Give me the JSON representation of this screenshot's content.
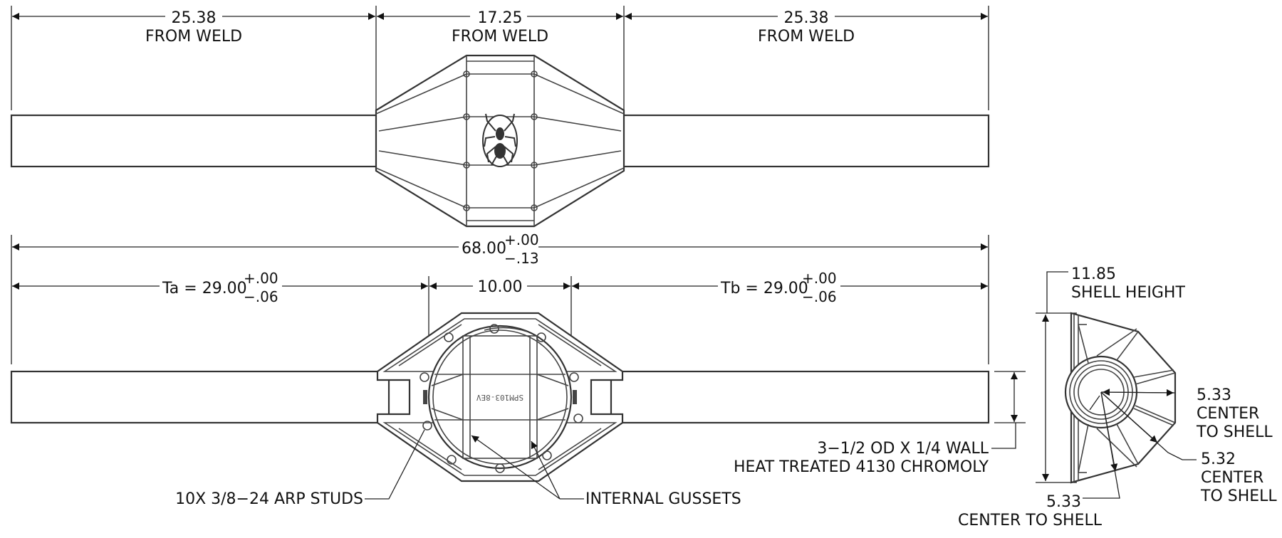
{
  "top_view": {
    "left_dim": {
      "value": "25.38",
      "note": "FROM WELD"
    },
    "center_dim": {
      "value": "17.25",
      "note": "FROM WELD"
    },
    "right_dim": {
      "value": "25.38",
      "note": "FROM WELD"
    }
  },
  "front_view": {
    "overall": {
      "value": "68.00",
      "tol_plus": "+.00",
      "tol_minus": "−.13"
    },
    "ta": {
      "value": "Ta = 29.00",
      "tol_plus": "+.00",
      "tol_minus": "−.06"
    },
    "center": {
      "value": "10.00"
    },
    "tb": {
      "value": "Tb = 29.00",
      "tol_plus": "+.00",
      "tol_minus": "−.06"
    },
    "housing_text": "SPM103-8EV",
    "tube_note_line1": "3−1/2 OD X 1/4 WALL",
    "tube_note_line2": "HEAT TREATED 4130 CHROMOLY",
    "studs_note": "10X 3/8−24 ARP STUDS",
    "gussets_note": "INTERNAL GUSSETS"
  },
  "side_view": {
    "height": {
      "value": "11.85",
      "note": "SHELL HEIGHT"
    },
    "c1": {
      "value": "5.33",
      "line1": "CENTER",
      "line2": "TO SHELL"
    },
    "c2": {
      "value": "5.32",
      "line1": "CENTER",
      "line2": "TO SHELL"
    },
    "c3": {
      "value": "5.33",
      "note": "CENTER TO SHELL"
    }
  },
  "icons": {
    "logo": "spider-logo-icon"
  }
}
